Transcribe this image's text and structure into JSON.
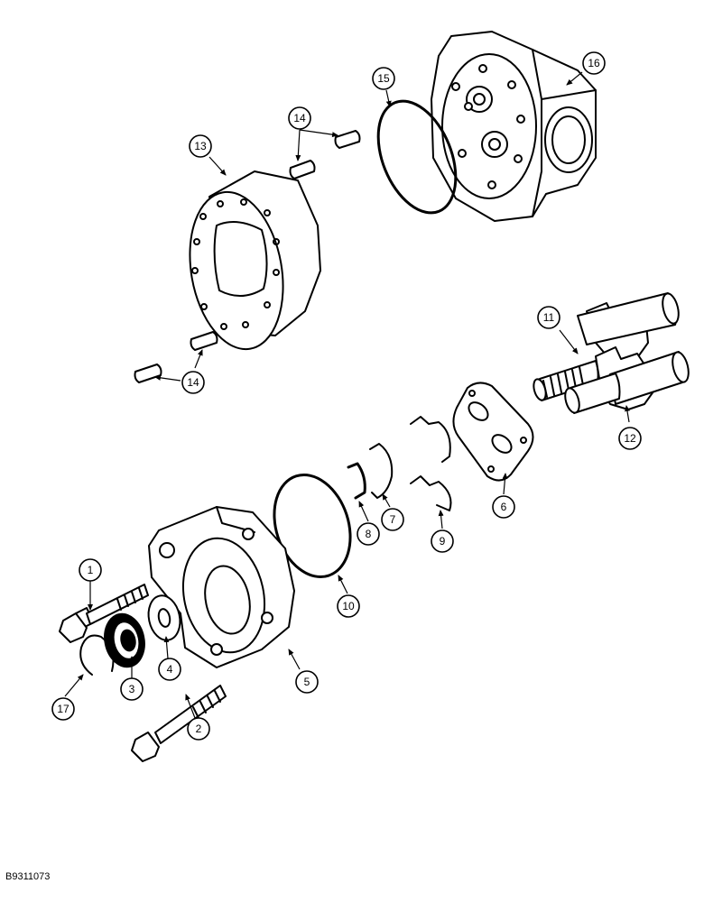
{
  "callouts": [
    "1",
    "2",
    "3",
    "4",
    "5",
    "6",
    "7",
    "8",
    "9",
    "10",
    "11",
    "12",
    "13",
    "14",
    "14",
    "15",
    "16",
    "17"
  ],
  "reference_number": "B9311073"
}
